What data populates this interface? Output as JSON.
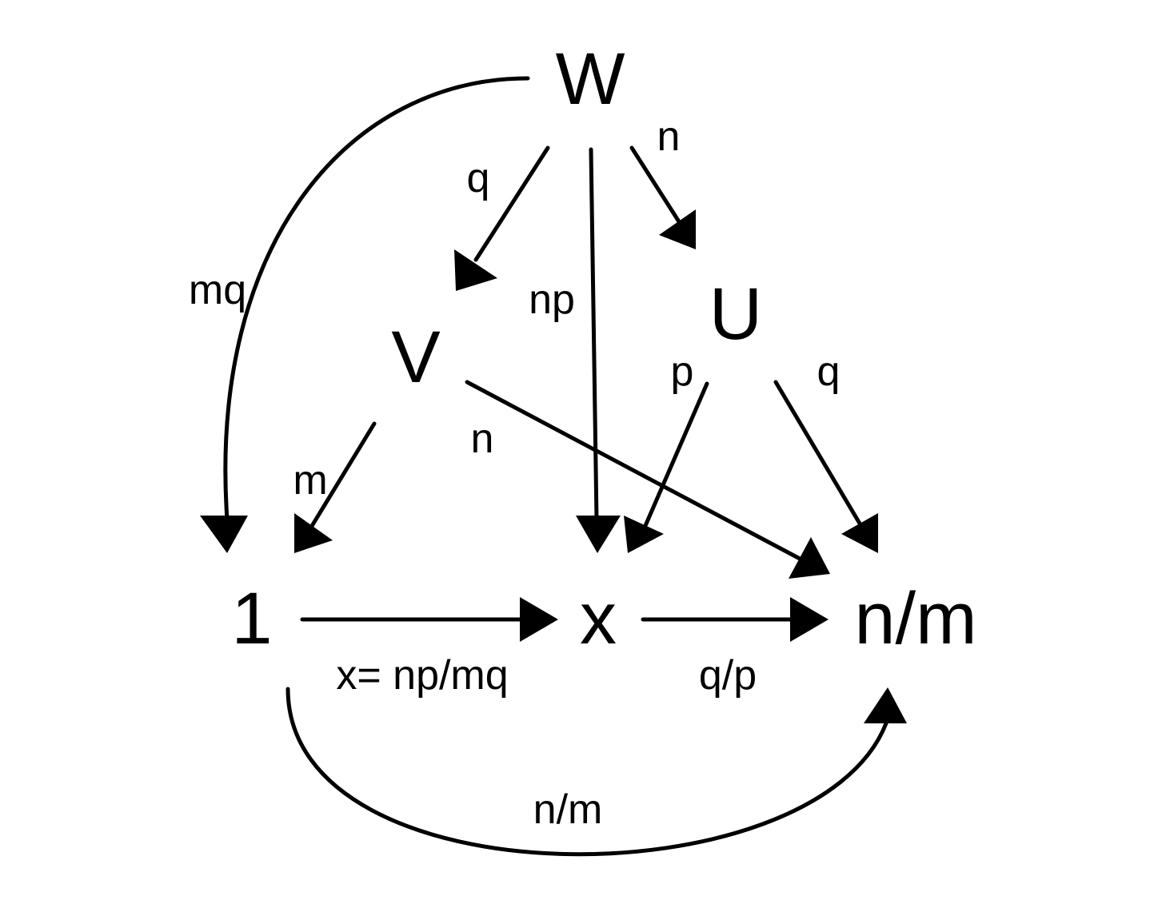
{
  "diagram": {
    "nodes": {
      "W": "W",
      "V": "V",
      "U": "U",
      "one": "1",
      "x": "x",
      "nm": "n/m"
    },
    "edges": {
      "w_to_one": "mq",
      "w_to_v": "q",
      "w_to_x": "np",
      "w_to_u": "n",
      "v_to_one": "m",
      "v_to_nm": "n",
      "u_to_x": "p",
      "u_to_nm": "q",
      "one_to_x": "x= np/mq",
      "x_to_nm": "q/p",
      "one_to_nm": "n/m"
    },
    "colors": {
      "ink": "#000000",
      "background": "#ffffff"
    }
  }
}
